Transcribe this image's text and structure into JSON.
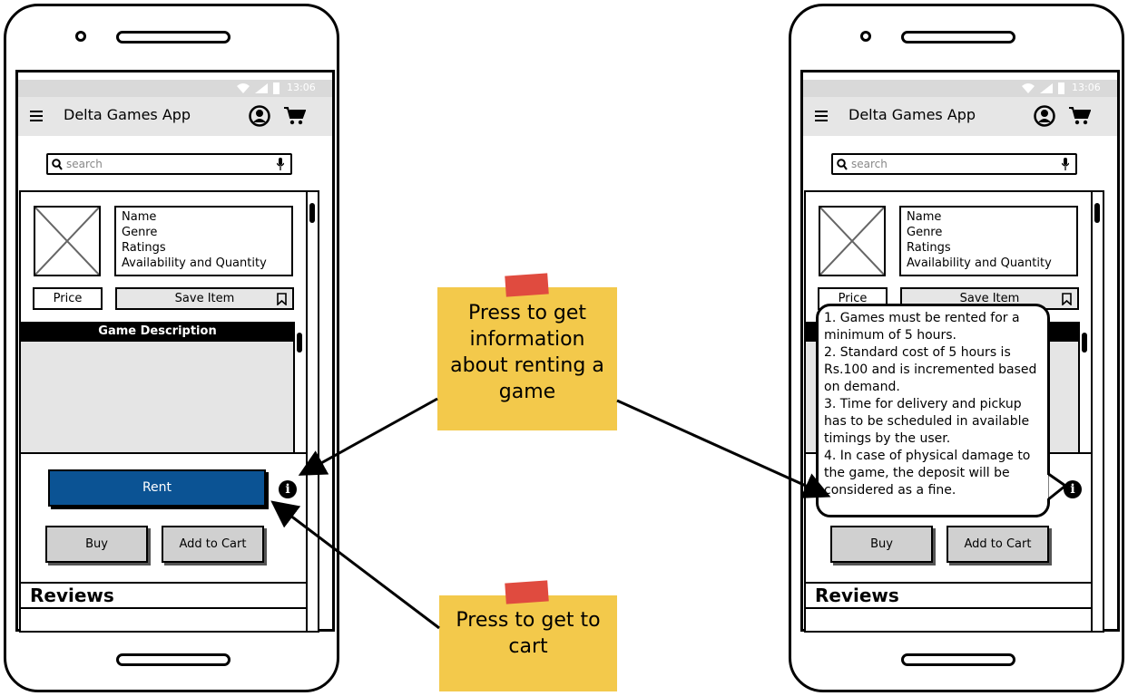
{
  "status": {
    "time": "13:06"
  },
  "app": {
    "title": "Delta Games App"
  },
  "search": {
    "placeholder": "search"
  },
  "item": {
    "info_lines": [
      "Name",
      "Genre",
      "Ratings",
      "Availability and Quantity"
    ],
    "price_label": "Price",
    "save_label": "Save Item"
  },
  "description": {
    "header": "Game Description"
  },
  "actions": {
    "rent_label": "Rent",
    "buy_label": "Buy",
    "add_to_cart_label": "Add to Cart"
  },
  "reviews": {
    "title": "Reviews"
  },
  "notes": {
    "rent_info": "Press to get information about renting a game",
    "cart_info": "Press to get to cart"
  },
  "tooltip": {
    "text": "1. Games must be rented for a minimum of 5 hours.\n2. Standard cost of 5 hours is Rs.100 and is incremented based on demand.\n3. Time for delivery and pickup has to be scheduled in available timings by the user.\n4. In case of physical damage to the game, the deposit will be considered as a fine."
  },
  "colors": {
    "rent_button": "#0b5394",
    "sticky_note": "#f3c94b",
    "tape": "#e04b3f",
    "statusbar": "#d9d9d9",
    "appbar": "#e6e6e6"
  },
  "icons": {
    "menu": "hamburger-icon",
    "account": "account-icon",
    "cart": "cart-icon",
    "search": "search-icon",
    "mic": "mic-icon",
    "bookmark": "bookmark-icon",
    "info": "info-icon",
    "wifi": "wifi-icon",
    "signal": "signal-icon",
    "battery": "battery-icon"
  }
}
